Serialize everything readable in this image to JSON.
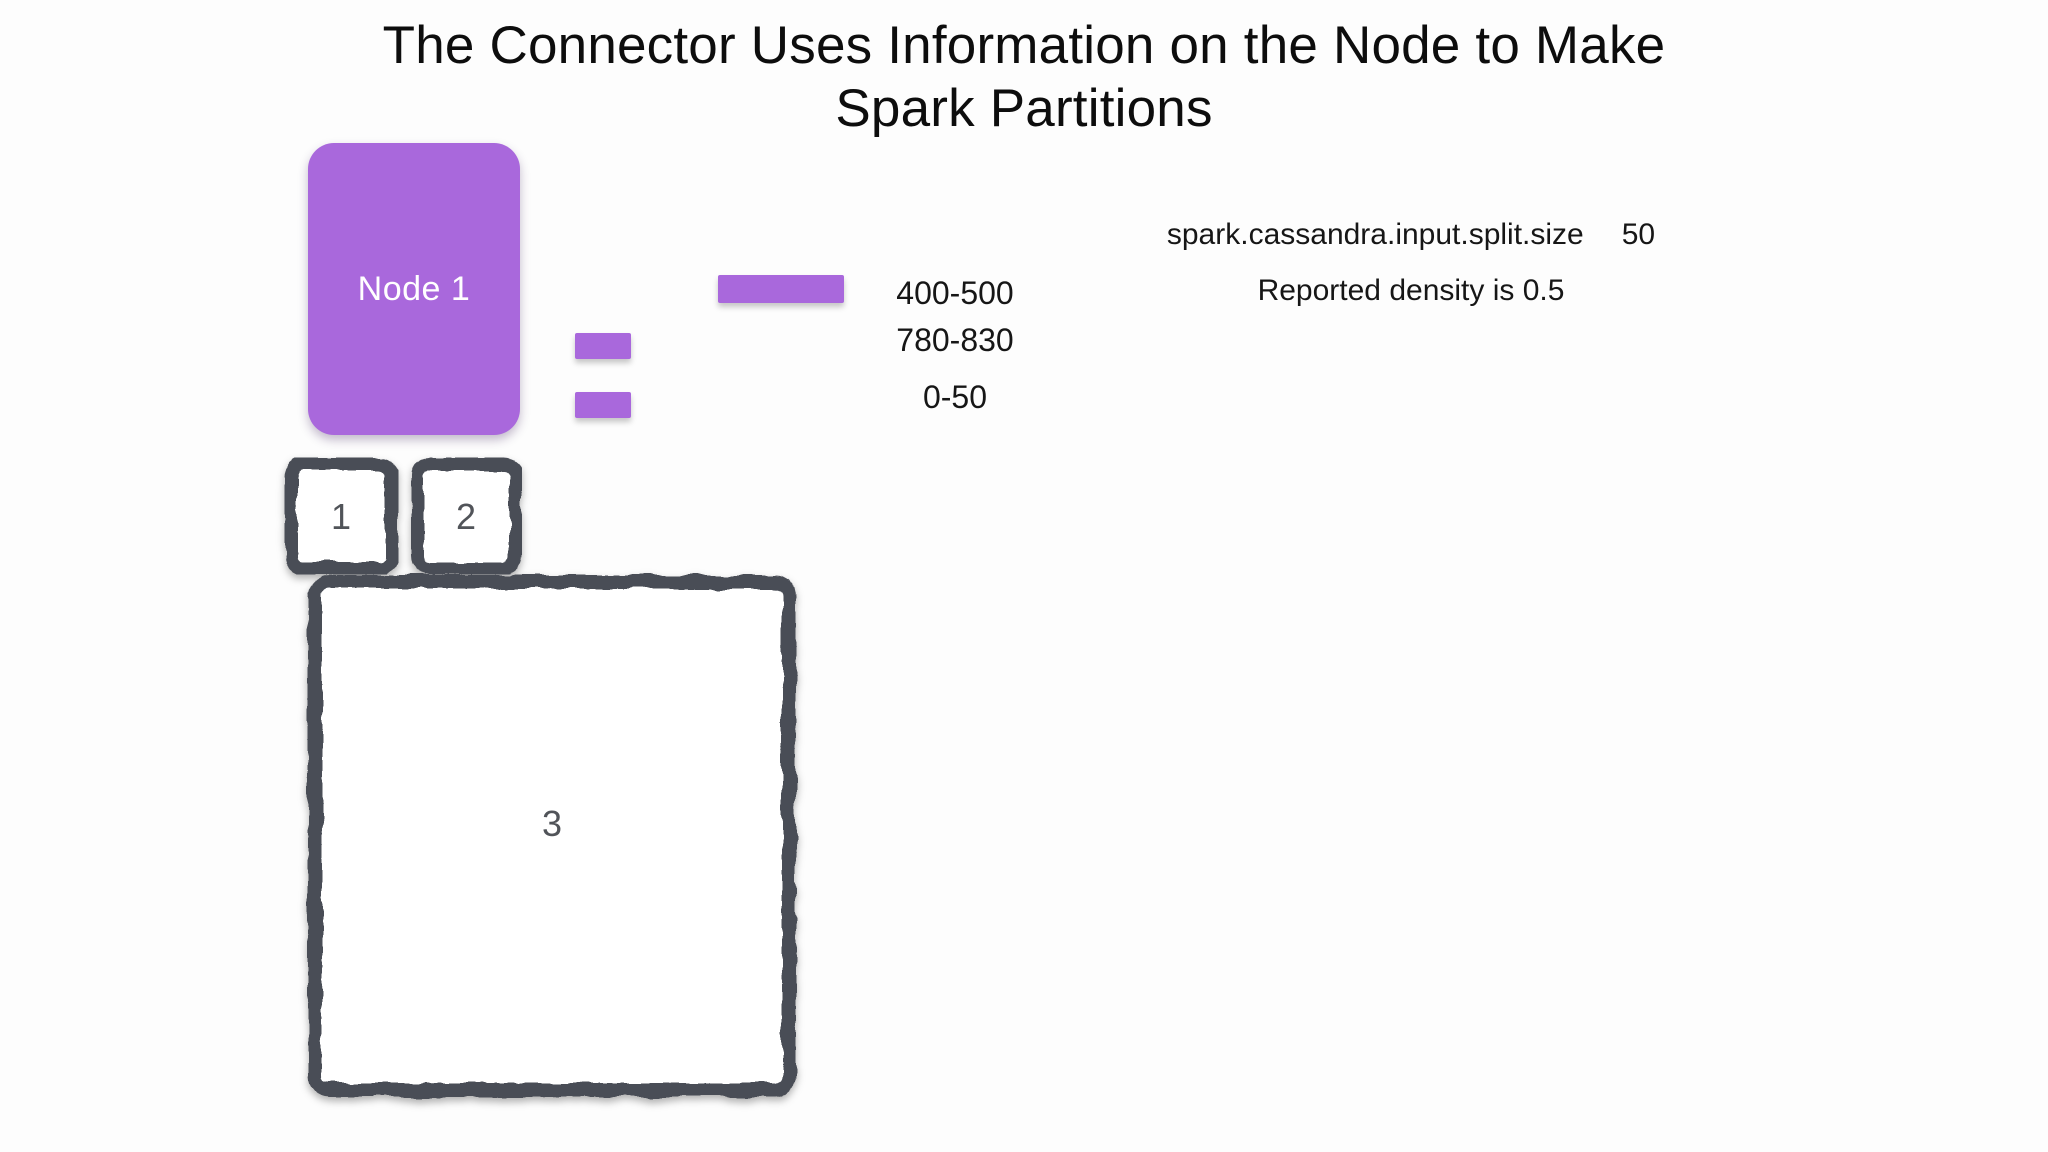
{
  "title": {
    "line1": "The Connector Uses Information on the Node to Make",
    "line2": "Spark Partitions"
  },
  "node": {
    "label": "Node 1"
  },
  "token_ranges": [
    {
      "label": "400-500"
    },
    {
      "label": "780-830"
    },
    {
      "label": "0-50"
    }
  ],
  "config": {
    "split_size_label": "spark.cassandra.input.split.size",
    "split_size_value": "50",
    "density_text": "Reported density is 0.5"
  },
  "partitions": [
    {
      "label": "1"
    },
    {
      "label": "2"
    },
    {
      "label": "3"
    }
  ],
  "colors": {
    "accent_purple": "#a968dc",
    "sketch_stroke": "#4a4e56",
    "background": "#fdfdfd",
    "node_text": "#ffffff",
    "partition_number_gray": "#515459",
    "body_text": "#161616"
  }
}
